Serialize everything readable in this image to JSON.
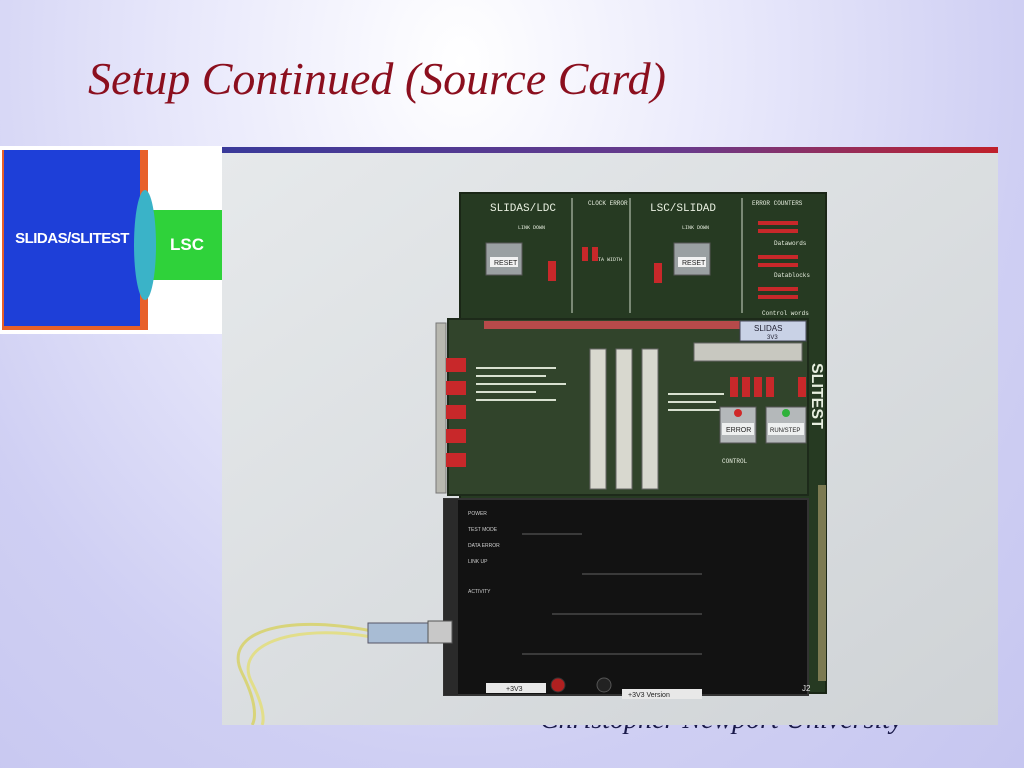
{
  "slide": {
    "title": "Setup Continued (Source Card)",
    "footer": "Christopher Newport University"
  },
  "diagram": {
    "left_block_label": "SLIDAS/SLITEST",
    "right_block_label": "LSC",
    "colors": {
      "blue": "#1e3fd8",
      "orange": "#e8602a",
      "cyan": "#3ab3c8",
      "green": "#2fd23a"
    }
  },
  "photo": {
    "board_labels": {
      "slidas_ldc": "SLIDAS/LDC",
      "clock_error": "CLOCK ERROR",
      "lsc_slidad": "LSC/SLIDAD",
      "error_counters": "ERROR COUNTERS",
      "reset": "RESET",
      "slidas_3v3": "SLIDAS",
      "slidas_3v3_sub": "3V3",
      "slitest": "SLITEST",
      "error_button": "ERROR",
      "run_step": "RUN/STEP",
      "plus_3v3": "+3V3",
      "plus_3v3_version": "+3V3 Version",
      "control": "CONTROL",
      "dataworks": "Datawords",
      "datablocks": "Datablocks",
      "controlwords": "Control words",
      "test_mode": "TEST MODE",
      "link_down": "LINK DOWN",
      "data_width": "DATA WIDTH",
      "power": "POWER",
      "data_error": "DATA ERROR",
      "link_up": "LINK UP",
      "activity": "ACTIVITY",
      "j2": "J2"
    }
  }
}
